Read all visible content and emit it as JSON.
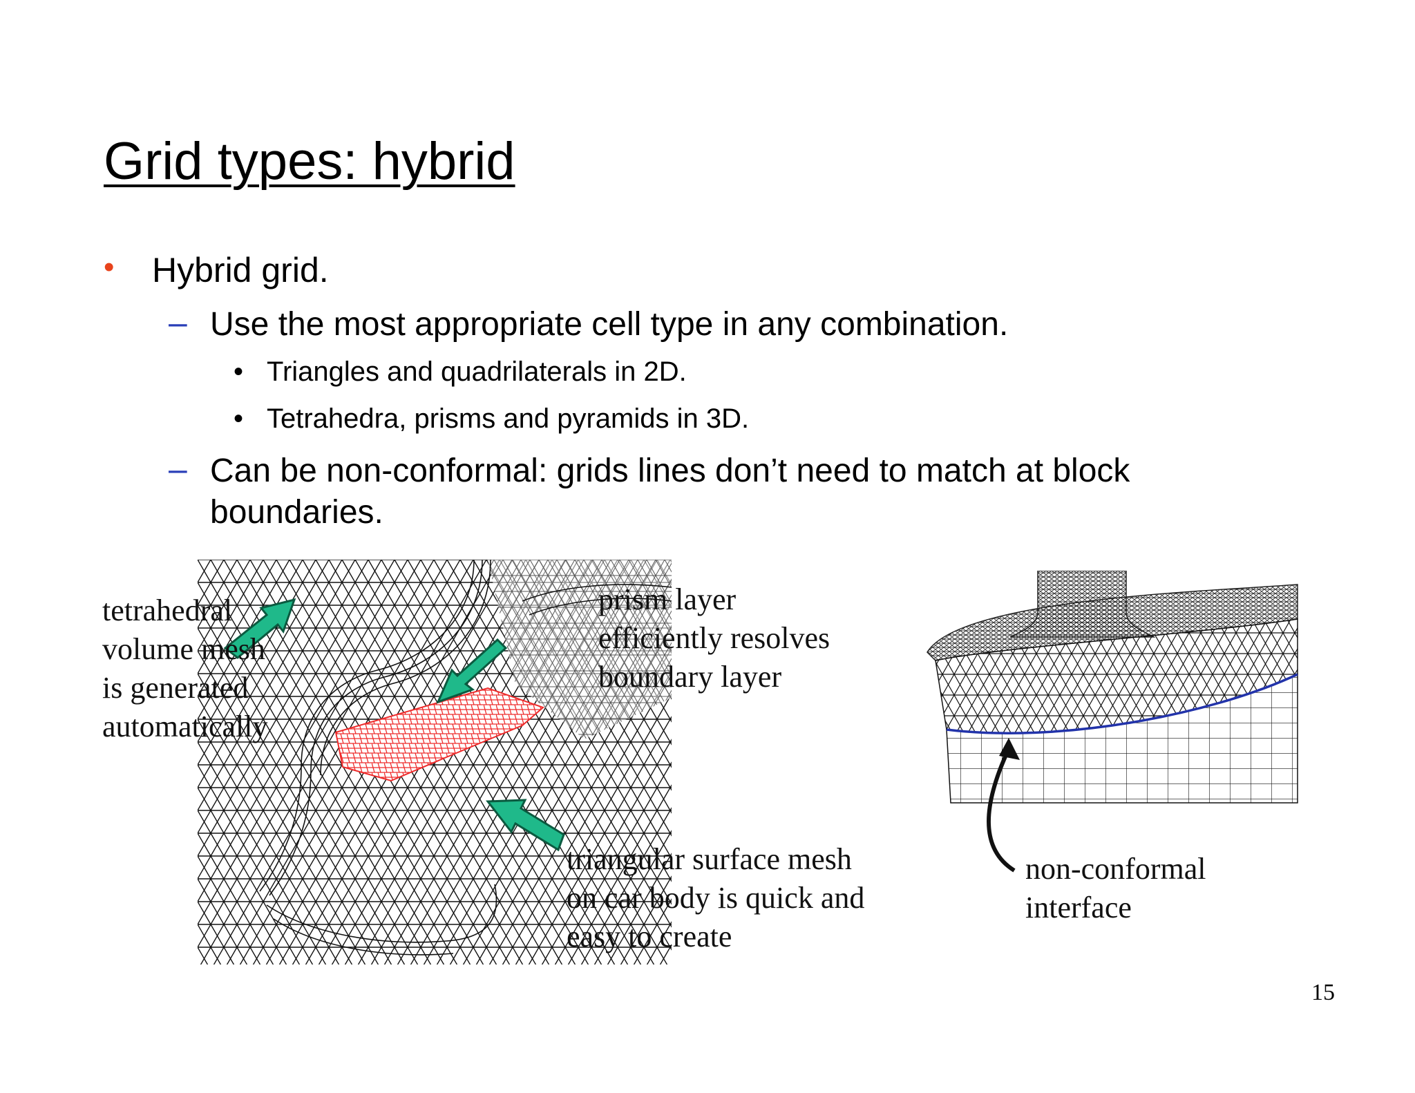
{
  "slide": {
    "title": "Grid types: hybrid",
    "bullet": "Hybrid grid.",
    "sub1": "Use the most appropriate cell type in any combination.",
    "sub1_items": [
      "Triangles and quadrilaterals in 2D.",
      "Tetrahedra, prisms and pyramids in 3D."
    ],
    "sub2_line1": "Can be non-conformal: grids lines don’t need to match at block",
    "sub2_line2": "boundaries.",
    "page_number": "15"
  },
  "figure_left": {
    "label_tetra": "tetrahedral\nvolume mesh\nis generated\nautomatically",
    "label_prism": "prism layer\nefficiently resolves\nboundary layer",
    "label_surface": "triangular surface mesh\non car body is quick and\neasy to create",
    "arrow_color": "#1fb98a",
    "prism_color": "#ee2b2b"
  },
  "figure_right": {
    "label_interface": "non-conformal\ninterface",
    "interface_color": "#2233aa"
  },
  "icons": {
    "bullet_main": "red-dot",
    "bullet_sub": "blue-dash",
    "bullet_item": "black-dot"
  }
}
